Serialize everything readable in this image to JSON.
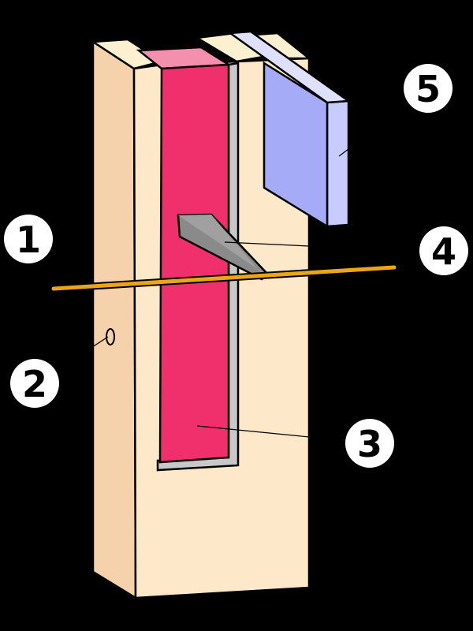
{
  "labels": {
    "one": "1",
    "two": "2",
    "three": "3",
    "four": "4",
    "five": "5"
  },
  "colors": {
    "background": "#000000",
    "wood_front": "#fde8c9",
    "wood_side": "#f5d2ac",
    "wood_top": "#fbf1d0",
    "insert_face": "#f0306c",
    "insert_top": "#f48fae",
    "liner": "#c8c8c8",
    "plate_face": "#a6abf8",
    "plate_side": "#c8cbfd",
    "plate_top": "#dfe0fd",
    "peg": "#8a8a8a",
    "rod": "#e8a618",
    "label_circle": "#ffffff"
  },
  "icons": [
    "stringing-part-diagram"
  ]
}
